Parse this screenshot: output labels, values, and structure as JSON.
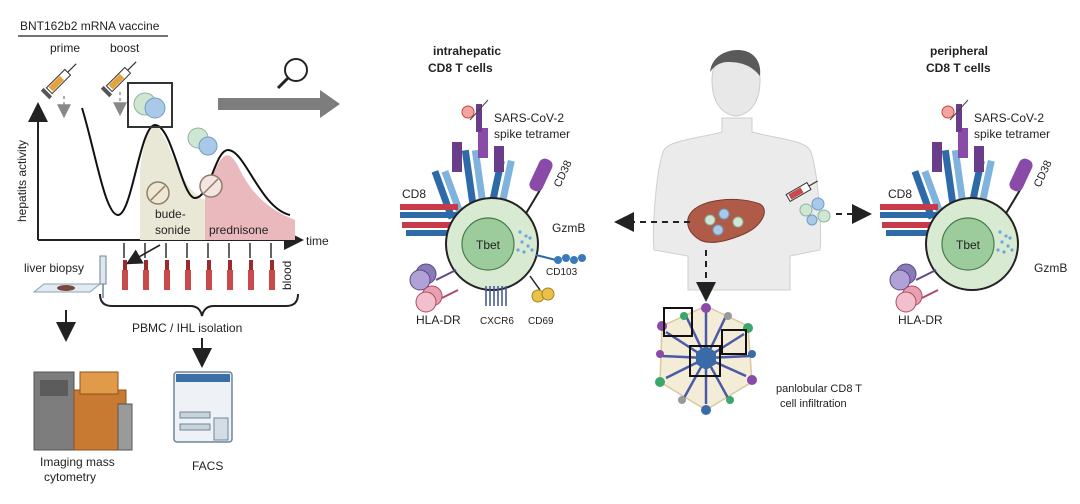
{
  "vaccine_header": "BNT162b2 mRNA vaccine",
  "prime_label": "prime",
  "boost_label": "boost",
  "y_axis_label": "hepatits activity",
  "x_axis_label": "time",
  "budesonide_label_1": "bude-",
  "budesonide_label_2": "sonide",
  "prednisone_label": "prednisone",
  "liver_biopsy_label": "liver biopsy",
  "blood_label": "blood",
  "isolation_label": "PBMC / IHL isolation",
  "imc_label_1": "Imaging mass",
  "imc_label_2": "cytometry",
  "facs_label": "FACS",
  "intrahepatic_title_1": "intrahepatic",
  "intrahepatic_title_2": "CD8 T cells",
  "peripheral_title_1": "peripheral",
  "peripheral_title_2": "CD8 T cells",
  "tetramer_label_1": "SARS-CoV-2",
  "tetramer_label_2": "spike tetramer",
  "cd8_label": "CD8",
  "cd38_label": "CD38",
  "gzmb_label": "GzmB",
  "tbet_label": "Tbet",
  "cd103_label": "CD103",
  "hladr_label": "HLA-DR",
  "cxcr6_label": "CXCR6",
  "cd69_label": "CD69",
  "infiltration_label_1": "panlobular CD8 T",
  "infiltration_label_2": "cell infiltration",
  "colors": {
    "budesonide": "#e9e7d6",
    "prednisone": "#e9b9bd",
    "cell": "#d9ead2",
    "nucleus": "#9ccc9c",
    "arrow_grey": "#7d7d7d",
    "blood_red": "#9b2a2a",
    "liver": "#b05a48"
  }
}
